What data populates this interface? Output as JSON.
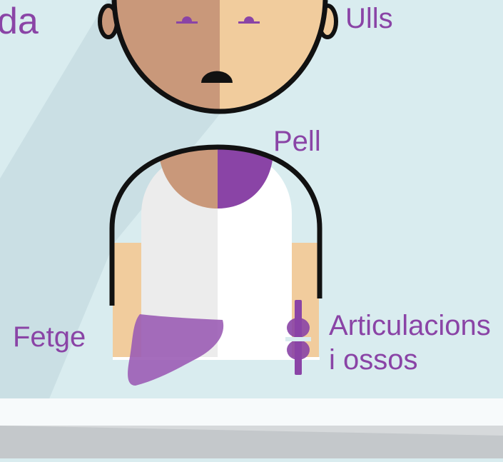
{
  "title_fragment": "da",
  "labels": {
    "eyes": "Ulls",
    "skin": "Pell",
    "liver": "Fetge",
    "joints_line1": "Articulacions",
    "joints_line2": "i ossos"
  },
  "colors": {
    "background": "#d9ecef",
    "skin_dark": "#c9987a",
    "skin_light": "#f1cc9d",
    "accent_purple": "#8a44a6",
    "outline": "#111111"
  }
}
